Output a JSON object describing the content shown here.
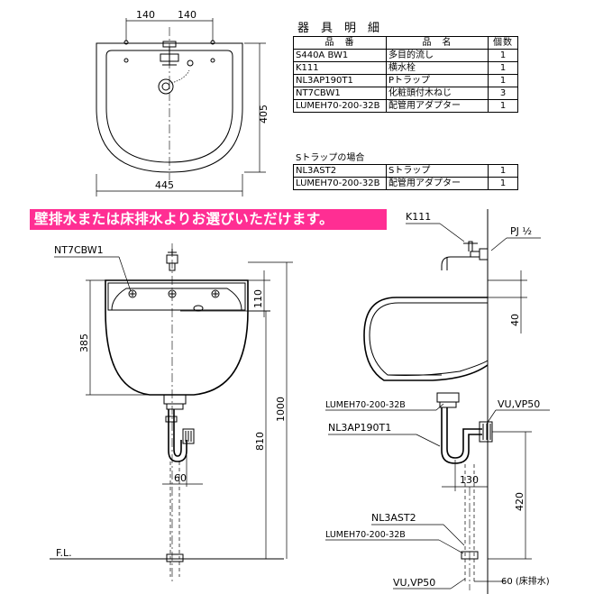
{
  "banner": "壁排水または床排水よりお選びいただけます。",
  "parts_table": {
    "title": "器具明細",
    "headers": [
      "品　番",
      "品　名",
      "個数"
    ],
    "rows": [
      [
        "S440A BW1",
        "多目的流し",
        "1"
      ],
      [
        "K111",
        "横水栓",
        "1"
      ],
      [
        "NL3AP190T1",
        "Pトラップ",
        "1"
      ],
      [
        "NT7CBW1",
        "化粧頭付木ねじ",
        "3"
      ],
      [
        "LUMEH70-200-32B",
        "配管用アダプター",
        "1"
      ]
    ]
  },
  "s_trap_table": {
    "caption": "Sトラップの場合",
    "rows": [
      [
        "NL3AST2",
        "Sトラップ",
        "1"
      ],
      [
        "LUMEH70-200-32B",
        "配管用アダプター",
        "1"
      ]
    ]
  },
  "top_view": {
    "dim_left": "140",
    "dim_right": "140",
    "dim_height": "405",
    "dim_width": "445"
  },
  "front_view": {
    "label_screw": "NT7CBW1",
    "dim_110": "110",
    "dim_385": "385",
    "dim_1000": "1000",
    "dim_810": "810",
    "dim_60": "60",
    "floor_label": "F.L."
  },
  "side_view": {
    "label_faucet": "K111",
    "label_pj": "PJ ½",
    "dim_40": "40",
    "label_adapter": "LUMEH70-200-32B",
    "label_vp": "VU,VP50",
    "label_ptrap": "NL3AP190T1",
    "dim_130": "130",
    "dim_420": "420",
    "label_strap": "NL3AST2",
    "label_adapter2": "LUMEH70-200-32B",
    "label_vp_floor": "VU,VP50",
    "dim_floor": "60 (床排水)"
  }
}
